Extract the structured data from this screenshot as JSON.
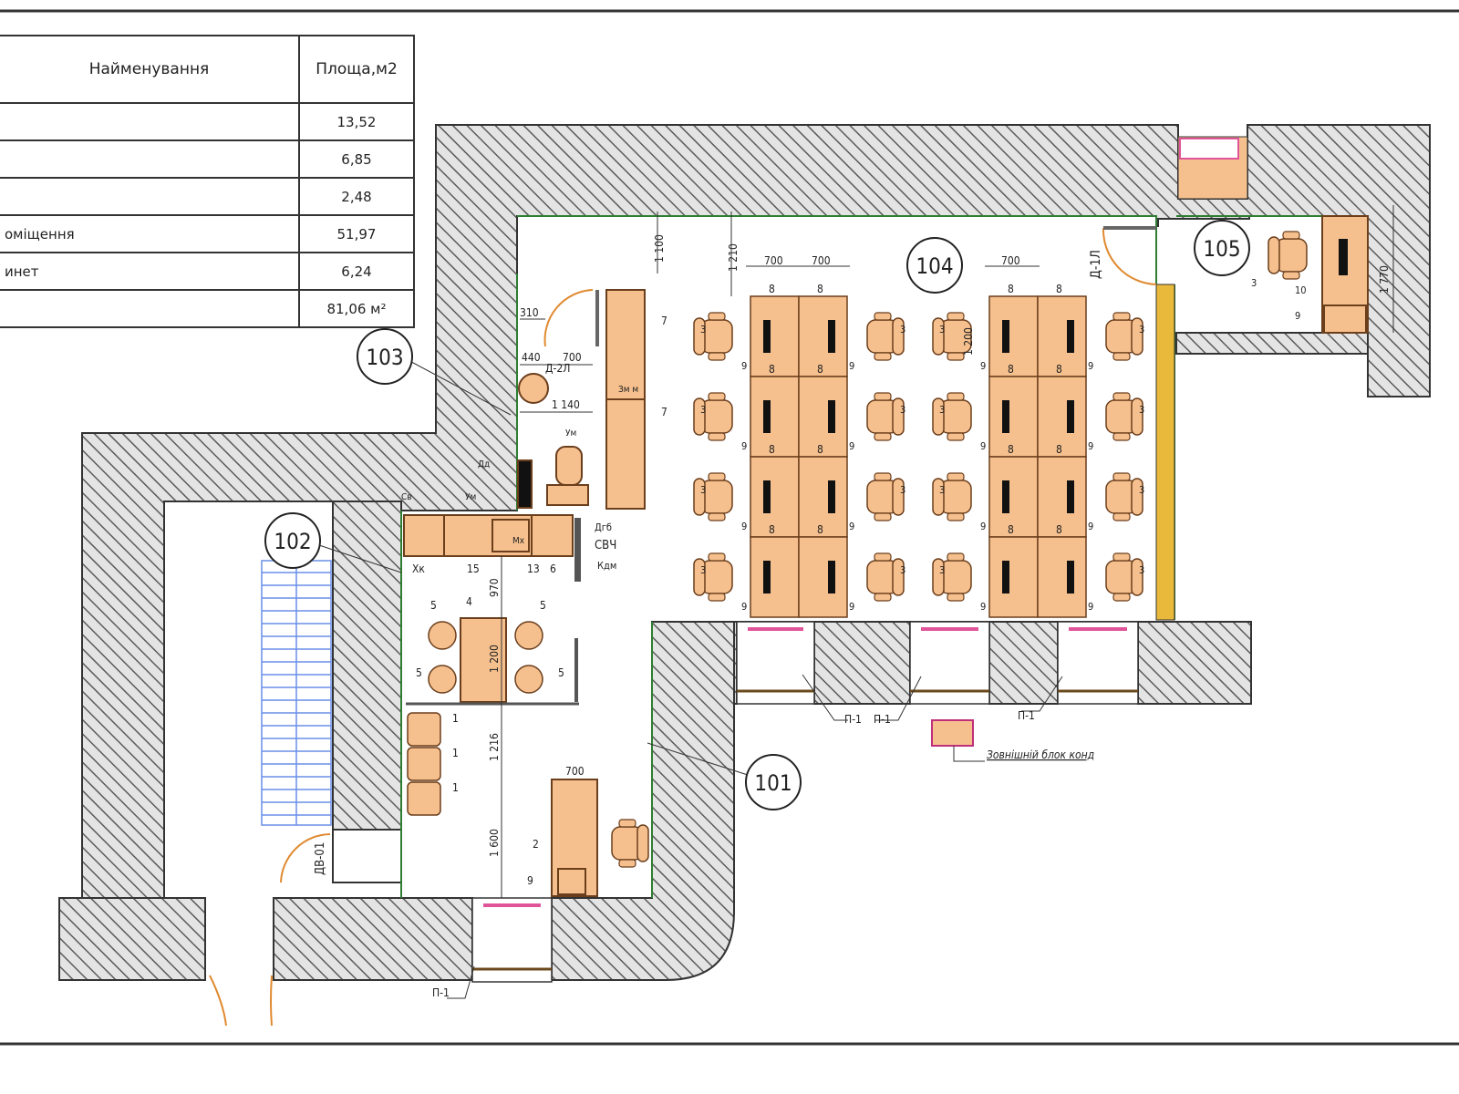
{
  "table": {
    "headers": {
      "name": "Найменування",
      "area": "Площа,м2"
    },
    "rows": [
      {
        "name": "",
        "area": "13,52"
      },
      {
        "name": "",
        "area": "6,85"
      },
      {
        "name": "",
        "area": "2,48"
      },
      {
        "name": "оміщення",
        "area": "51,97"
      },
      {
        "name": "инет",
        "area": "6,24"
      },
      {
        "name": "",
        "area": "81,06 м²"
      }
    ]
  },
  "rooms": [
    "101",
    "102",
    "103",
    "104",
    "105"
  ],
  "furniture_tags": {
    "desk": "8",
    "monitor": "9",
    "chair": "3",
    "wardrobe": "7",
    "table": "4",
    "dining_chair": "5",
    "armchair": "1",
    "office_desk": "2",
    "pedestal": "9",
    "desk_105": "10"
  },
  "dimensions": {
    "d1100": "1 100",
    "d1210": "1 210",
    "d700a": "700",
    "d700b": "700",
    "d700c": "700",
    "d1200a": "1 200",
    "d1770": "1 770",
    "d310": "310",
    "d440": "440",
    "d700d": "700",
    "d1140": "1 140",
    "d970": "970",
    "d1200b": "1 200",
    "d1216": "1 216",
    "d1600": "1 600",
    "d700e": "700"
  },
  "labels": {
    "door_d1l": "Д-1Л",
    "door_d2l": "Д-2Л",
    "door_dv01": "ДВ-01",
    "p1": "П-1",
    "ac_unit": "Зовнішній блок конд",
    "kitchen": {
      "hk": "Хк",
      "k15": "15",
      "k13": "13",
      "k6": "6",
      "mx": "Мх",
      "sv": "Св",
      "um": "Ум",
      "um2": "Ум",
      "zm": "Зм м",
      "dgb": "Дгб",
      "svch": "СВЧ",
      "kdm": "Кдм",
      "dd": "Дд"
    }
  },
  "colors": {
    "furniture": "#f5c08e",
    "outline": "#6b3e1c",
    "wall_edge": "#2e7d32",
    "window": "#e0559a",
    "stair": "#6a8fe8"
  }
}
